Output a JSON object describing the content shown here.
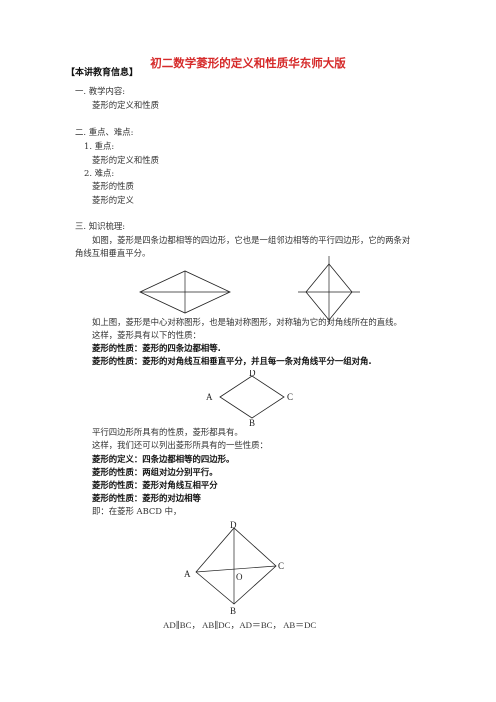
{
  "title": "初二数学菱形的定义和性质华东师大版",
  "header": "【本讲教育信息】",
  "sections": {
    "s1": "一. 教学内容:",
    "s1_item": "菱形的定义和性质",
    "s2": "二. 重点、难点:",
    "s2_1": "1. 重点:",
    "s2_1_item": "菱形的定义和性质",
    "s2_2": "2. 难点:",
    "s2_2_item1": "菱形的性质",
    "s2_2_item2": "菱形的定义",
    "s3": "三. 知识梳理:",
    "s3_p1_line1": "如图，菱形是四条边都相等的四边形，它也是一组邻边相等的平行四边形，它的两条对",
    "s3_p1_line2": "角线互相垂直平分。"
  },
  "para2": {
    "line1": "如上图，菱形是中心对称图形，也是轴对称图形，对称轴为它的对角线所在的直线。",
    "line2": "这样，菱形具有以下的性质：",
    "bold1": "菱形的性质：菱形的四条边都相等.",
    "bold2": "菱形的性质：菱形的对角线互相垂直平分，并且每一条对角线平分一组对角."
  },
  "diagram2_labels": {
    "A": "A",
    "B": "B",
    "C": "C",
    "D": "D"
  },
  "para3": {
    "line1": "平行四边形所具有的性质，菱形都具有。",
    "line2": "这样，我们还可以列出菱形所具有的一些性质：",
    "bold1": "菱形的定义：四条边都相等的四边形。",
    "bold2": "菱形的性质：两组对边分别平行。",
    "bold3": "菱形的性质：菱形对角线互相平分",
    "bold4": "菱形的性质：菱形的对边相等",
    "line3": "即：在菱形 ABCD 中，"
  },
  "diagram3_labels": {
    "A": "A",
    "B": "B",
    "C": "C",
    "D": "D",
    "O": "O"
  },
  "formula": "AD∥BC， AB∥DC，AD＝BC， AB＝DC"
}
